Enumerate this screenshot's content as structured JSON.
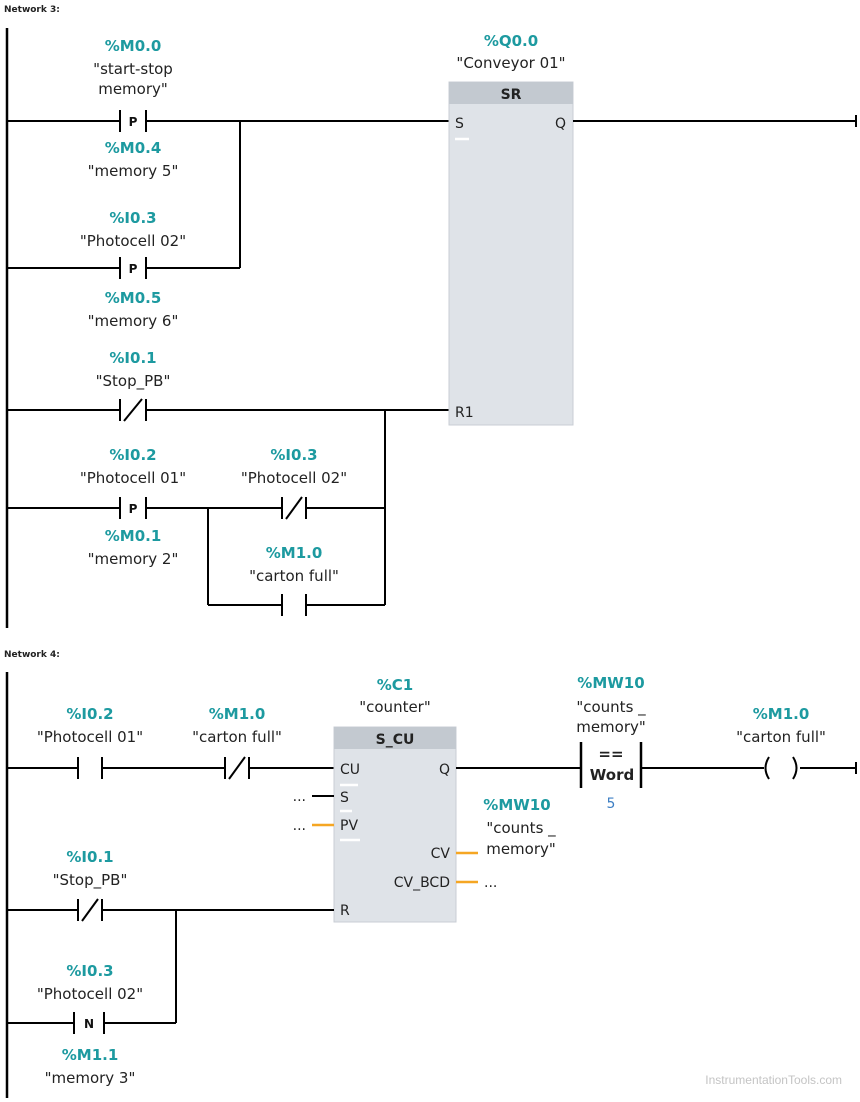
{
  "network3": {
    "title": "Network 3:",
    "start_stop": {
      "addr": "%M0.0",
      "sym1": "\"start-stop",
      "sym2": "memory\"",
      "type": "P"
    },
    "memory5": {
      "addr": "%M0.4",
      "sym": "\"memory  5\""
    },
    "photocell02": {
      "addr": "%I0.3",
      "sym": "\"Photocell 02\"",
      "type": "P"
    },
    "memory6": {
      "addr": "%M0.5",
      "sym": "\"memory 6\""
    },
    "stop_pb": {
      "addr": "%I0.1",
      "sym": "\"Stop_PB\""
    },
    "photocell01": {
      "addr": "%I0.2",
      "sym": "\"Photocell 01\"",
      "type": "P"
    },
    "memory2": {
      "addr": "%M0.1",
      "sym": "\"memory 2\""
    },
    "photocell02_nc": {
      "addr": "%I0.3",
      "sym": "\"Photocell 02\""
    },
    "carton_full": {
      "addr": "%M1.0",
      "sym": "\"carton full\""
    },
    "sr_block": {
      "addr": "%Q0.0",
      "sym": "\"Conveyor 01\"",
      "title": "SR",
      "pin_s": "S",
      "pin_r1": "R1",
      "pin_q": "Q"
    }
  },
  "network4": {
    "title": "Network 4:",
    "photocell01": {
      "addr": "%I0.2",
      "sym": "\"Photocell 01\""
    },
    "carton_full_nc": {
      "addr": "%M1.0",
      "sym": "\"carton full\""
    },
    "counter": {
      "addr": "%C1",
      "sym": "\"counter\"",
      "title": "S_CU",
      "pin_cu": "CU",
      "pin_s": "S",
      "pin_pv": "PV",
      "pin_r": "R",
      "pin_q": "Q",
      "pin_cv": "CV",
      "pin_cv_bcd": "CV_BCD",
      "s_value": "...",
      "pv_value": "...",
      "cv_bcd_value": "..."
    },
    "compare": {
      "addr": "%MW10",
      "sym1": "\"counts _",
      "sym2": "memory\"",
      "op": "==",
      "type": "Word",
      "value": "5"
    },
    "cv_output": {
      "addr": "%MW10",
      "sym1": "\"counts _",
      "sym2": "memory\""
    },
    "coil": {
      "addr": "%M1.0",
      "sym": "\"carton full\""
    },
    "stop_pb": {
      "addr": "%I0.1",
      "sym": "\"Stop_PB\""
    },
    "photocell02": {
      "addr": "%I0.3",
      "sym": "\"Photocell 02\"",
      "type": "N"
    },
    "memory3": {
      "addr": "%M1.1",
      "sym": "\"memory 3\""
    }
  },
  "watermark": "InstrumentationTools.com"
}
